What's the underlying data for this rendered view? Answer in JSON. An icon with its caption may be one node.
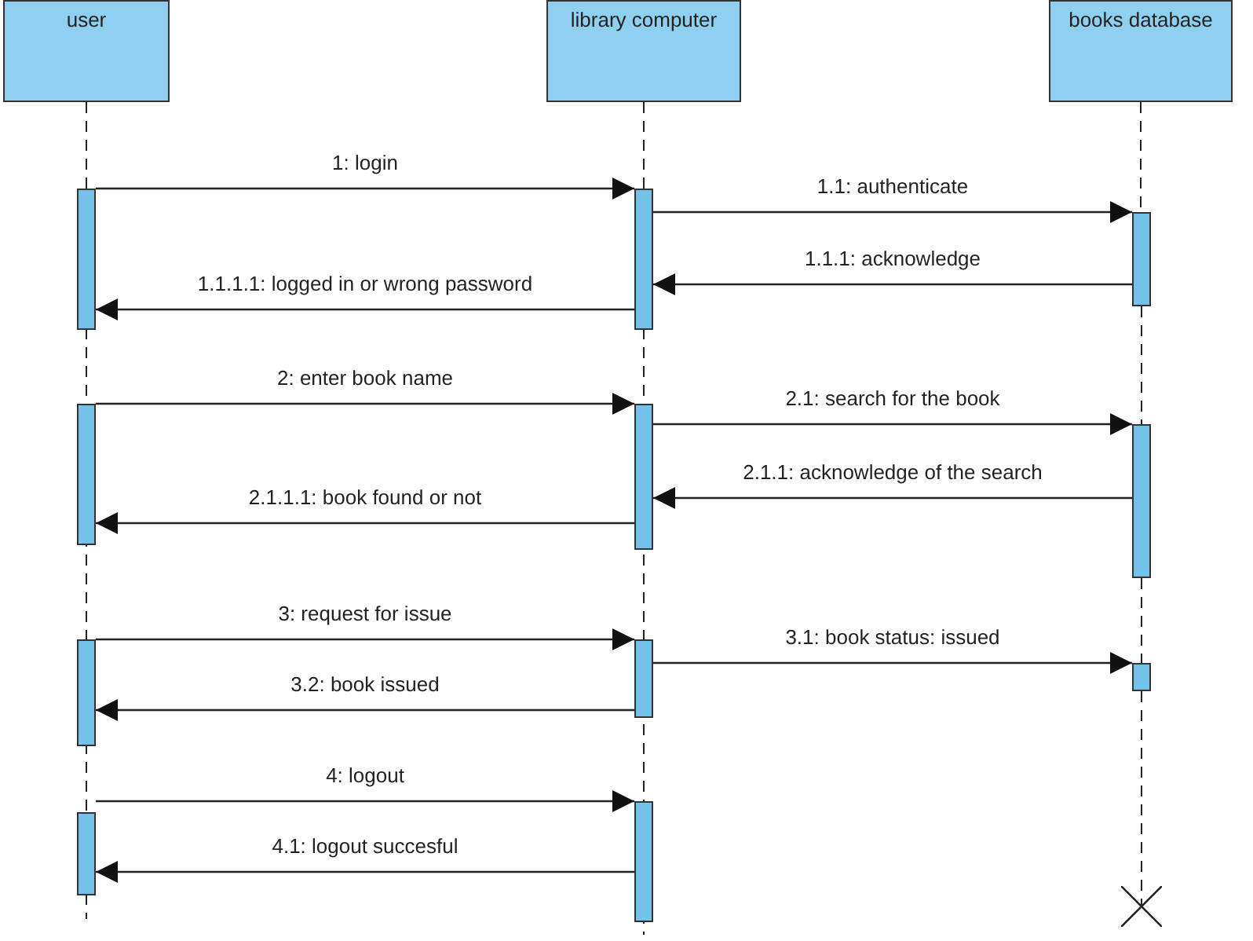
{
  "diagram": {
    "nodes": [
      {
        "text": [
          "user"
        ]
      },
      {
        "text": [
          "library computer"
        ]
      },
      {
        "text": [
          "books database"
        ]
      },
      {
        "text": [],
        "shape": "bar"
      },
      {
        "text": [],
        "shape": "bar"
      },
      {
        "text": [],
        "shape": "bar"
      },
      {
        "text": [],
        "shape": "bar"
      },
      {
        "text": [],
        "shape": "bar"
      },
      {
        "text": [],
        "shape": "bar"
      },
      {
        "text": [],
        "shape": "bar"
      },
      {
        "text": [],
        "shape": "bar"
      },
      {
        "text": [],
        "shape": "bar"
      },
      {
        "text": [],
        "shape": "bar"
      },
      {
        "text": [],
        "shape": "bar"
      },
      {
        "text": [],
        "shape": "cross"
      }
    ],
    "edges": [
      {
        "from": 3,
        "to": 7,
        "arrow": "to",
        "label": "1: login"
      },
      {
        "from": 7,
        "to": 11,
        "arrow": "to",
        "label": "1.1: authenticate"
      },
      {
        "from": 11,
        "to": 7,
        "arrow": "to",
        "label": "1.1.1: acknowledge"
      },
      {
        "from": 7,
        "to": 3,
        "arrow": "to",
        "label": "1.1.1.1: logged in or wrong password"
      },
      {
        "from": 4,
        "to": 8,
        "arrow": "to",
        "label": "2: enter book name"
      },
      {
        "from": 8,
        "to": 12,
        "arrow": "to",
        "label": "2.1: search for the book"
      },
      {
        "from": 12,
        "to": 8,
        "arrow": "to",
        "label": "2.1.1: acknowledge of the search"
      },
      {
        "from": 8,
        "to": 4,
        "arrow": "to",
        "label": "2.1.1.1: book found or not"
      },
      {
        "from": 5,
        "to": 9,
        "arrow": "to",
        "label": "3: request for issue"
      },
      {
        "from": 9,
        "to": 13,
        "arrow": "to",
        "label": "3.1: book status: issued"
      },
      {
        "from": 9,
        "to": 5,
        "arrow": "to",
        "label": "3.2: book issued"
      },
      {
        "from": 6,
        "to": 10,
        "arrow": "to",
        "label": "4: logout"
      },
      {
        "from": 10,
        "to": 6,
        "arrow": "to",
        "label": "4.1: logout succesful"
      },
      {
        "from": 2,
        "to": 11,
        "arrow": "none",
        "style": "dashed"
      },
      {
        "from": 11,
        "to": 12,
        "arrow": "none",
        "style": "dashed"
      },
      {
        "from": 12,
        "to": 13,
        "arrow": "none",
        "style": "dashed"
      },
      {
        "from": 13,
        "to": 14,
        "arrow": "none",
        "style": "dashed"
      }
    ]
  }
}
